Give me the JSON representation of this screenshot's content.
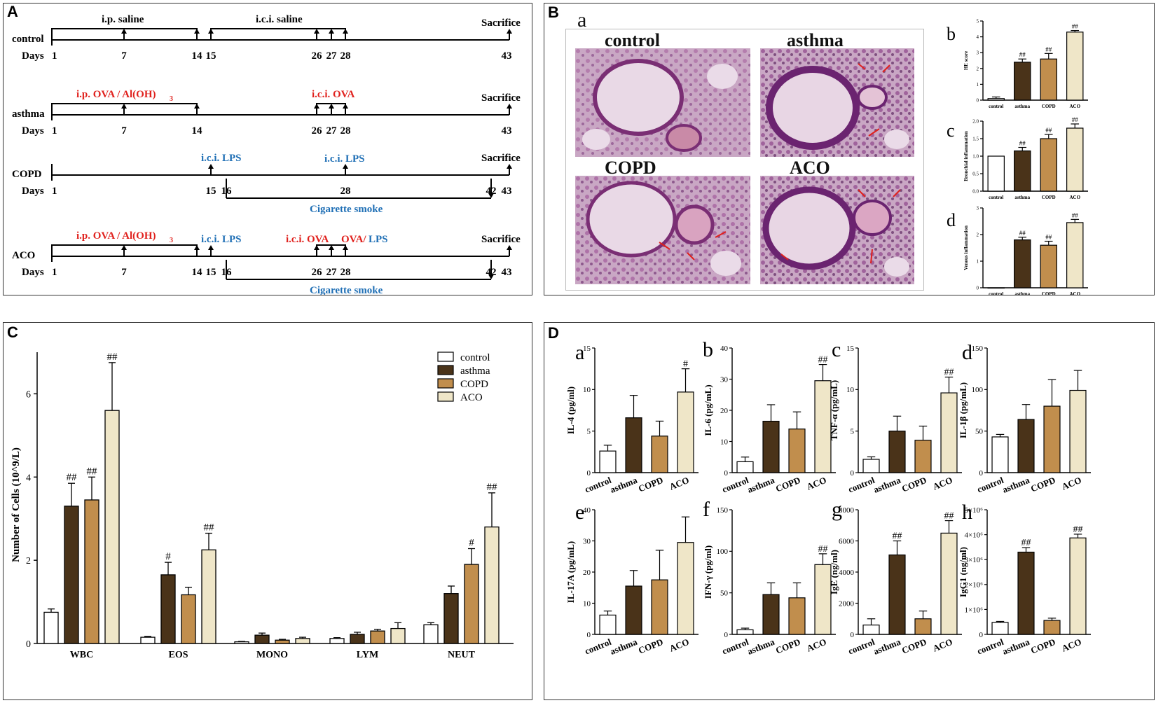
{
  "panels": {
    "A": "A",
    "B": "B",
    "C": "C",
    "D": "D"
  },
  "timeline": {
    "sacrifice": "Sacrifice",
    "days_label": "Days",
    "rows": [
      {
        "group": "control",
        "top": [
          {
            "text": "i.p.  saline",
            "color": "#000"
          },
          {
            "text": "i.c.i. saline",
            "color": "#000"
          }
        ],
        "days": [
          "1",
          "7",
          "14",
          "15",
          "26",
          "27",
          "28",
          "43"
        ]
      },
      {
        "group": "asthma",
        "top": [
          {
            "text": "i.p.  OVA / Al(OH)",
            "sub": "3",
            "color": "#e0211d"
          },
          {
            "text": "i.c.i. OVA",
            "color": "#e0211d"
          }
        ],
        "days": [
          "1",
          "7",
          "14",
          "26",
          "27",
          "28",
          "43"
        ]
      },
      {
        "group": "COPD",
        "top": [
          {
            "text": "i.c.i. LPS",
            "color": "#1f6fb5"
          },
          {
            "text": "i.c.i. LPS",
            "color": "#1f6fb5"
          }
        ],
        "days": [
          "1",
          "15",
          "16",
          "28",
          "42",
          "43"
        ],
        "smoke": "Cigarette smoke"
      },
      {
        "group": "ACO",
        "top": [
          {
            "text": "i.p.  OVA / Al(OH)",
            "sub": "3",
            "color": "#e0211d"
          },
          {
            "text": "i.c.i. LPS",
            "color": "#1f6fb5"
          },
          {
            "text": "i.c.i. OVA",
            "color": "#e0211d"
          },
          {
            "text": "OVA/",
            "color": "#e0211d"
          },
          {
            "text": "LPS",
            "color": "#1f6fb5"
          }
        ],
        "days": [
          "1",
          "7",
          "14",
          "15",
          "16",
          "26",
          "27",
          "28",
          "42",
          "43"
        ],
        "smoke": "Cigarette smoke"
      }
    ]
  },
  "histology": {
    "sublabel": "a",
    "titles": [
      "control",
      "asthma",
      "COPD",
      "ACO"
    ]
  },
  "colors": {
    "control": "#ffffff",
    "asthma": "#4a3319",
    "COPD": "#c18e4d",
    "ACO": "#efe6c8",
    "red": "#e0211d",
    "blue": "#1f6fb5"
  },
  "chart_data": [
    {
      "id": "B-b",
      "type": "bar",
      "sublabel": "b",
      "ylabel": "HE score",
      "categories": [
        "control",
        "asthma",
        "COPD",
        "ACO"
      ],
      "values": [
        0.1,
        2.4,
        2.6,
        4.3
      ],
      "errors": [
        0.1,
        0.2,
        0.35,
        0.1
      ],
      "marks": [
        "",
        "##",
        "##",
        "##"
      ],
      "ylim": [
        0,
        5
      ],
      "ticks": [
        "0",
        "1",
        "2",
        "3",
        "4",
        "5"
      ]
    },
    {
      "id": "B-c",
      "type": "bar",
      "sublabel": "c",
      "ylabel": "Bronchial inflammation",
      "categories": [
        "control",
        "asthma",
        "COPD",
        "ACO"
      ],
      "values": [
        1.0,
        1.15,
        1.5,
        1.8
      ],
      "errors": [
        0,
        0.1,
        0.12,
        0.12
      ],
      "marks": [
        "",
        "##",
        "##",
        "##"
      ],
      "ylim": [
        0,
        2.0
      ],
      "ticks": [
        "0.0",
        "0.5",
        "1.0",
        "1.5",
        "2.0"
      ]
    },
    {
      "id": "B-d",
      "type": "bar",
      "sublabel": "d",
      "ylabel": "Venous inflammation",
      "categories": [
        "control",
        "asthma",
        "COPD",
        "ACO"
      ],
      "values": [
        0,
        1.8,
        1.6,
        2.45
      ],
      "errors": [
        0,
        0.1,
        0.15,
        0.12
      ],
      "marks": [
        "",
        "##",
        "##",
        "##"
      ],
      "ylim": [
        0,
        3
      ],
      "ticks": [
        "0",
        "1",
        "2",
        "3"
      ]
    },
    {
      "id": "C",
      "type": "bar",
      "ylabel": "Number of Cells  (10^9/L)",
      "categories": [
        "WBC",
        "EOS",
        "MONO",
        "LYM",
        "NEUT"
      ],
      "series": [
        {
          "name": "control",
          "values": [
            0.75,
            0.15,
            0.04,
            0.12,
            0.45
          ],
          "errors": [
            0.08,
            0.02,
            0.01,
            0.02,
            0.05
          ]
        },
        {
          "name": "asthma",
          "values": [
            3.3,
            1.65,
            0.2,
            0.22,
            1.2
          ],
          "errors": [
            0.55,
            0.3,
            0.05,
            0.05,
            0.18
          ]
        },
        {
          "name": "COPD",
          "values": [
            3.45,
            1.17,
            0.08,
            0.3,
            1.9
          ],
          "errors": [
            0.55,
            0.18,
            0.02,
            0.04,
            0.38
          ]
        },
        {
          "name": "ACO",
          "values": [
            5.6,
            2.25,
            0.12,
            0.36,
            2.8
          ],
          "errors": [
            1.15,
            0.4,
            0.03,
            0.14,
            0.82
          ]
        }
      ],
      "marks": [
        [
          "",
          "##",
          "##",
          "##"
        ],
        [
          "",
          "#",
          "",
          "##"
        ],
        [
          "",
          "",
          "",
          ""
        ],
        [
          "",
          "",
          "",
          ""
        ],
        [
          "",
          "",
          "#",
          "##"
        ]
      ],
      "ylim": [
        0,
        7
      ],
      "ticks": [
        "0",
        "2",
        "4",
        "6"
      ],
      "legend": "top-right"
    },
    {
      "id": "D-a",
      "type": "bar",
      "sublabel": "a",
      "ylabel": "IL-4 (pg/ml)",
      "categories": [
        "control",
        "asthma",
        "COPD",
        "ACO"
      ],
      "values": [
        2.6,
        6.6,
        4.4,
        9.7
      ],
      "errors": [
        0.7,
        2.7,
        1.8,
        2.8
      ],
      "marks": [
        "",
        "",
        "",
        "#"
      ],
      "ylim": [
        0,
        15
      ],
      "ticks": [
        "0",
        "5",
        "10",
        "15"
      ]
    },
    {
      "id": "D-b",
      "type": "bar",
      "sublabel": "b",
      "ylabel": "IL-6 (pg/mL)",
      "categories": [
        "control",
        "asthma",
        "COPD",
        "ACO"
      ],
      "values": [
        3.5,
        16.5,
        14,
        29.5
      ],
      "errors": [
        1.5,
        5.3,
        5.5,
        5.2
      ],
      "marks": [
        "",
        "",
        "",
        "##"
      ],
      "ylim": [
        0,
        40
      ],
      "ticks": [
        "0",
        "10",
        "20",
        "30",
        "40"
      ]
    },
    {
      "id": "D-c",
      "type": "bar",
      "sublabel": "c",
      "ylabel": "TNF-α  (pg/mL)",
      "categories": [
        "control",
        "asthma",
        "COPD",
        "ACO"
      ],
      "values": [
        1.6,
        5.0,
        3.9,
        9.6
      ],
      "errors": [
        0.3,
        1.8,
        1.7,
        1.9
      ],
      "marks": [
        "",
        "",
        "",
        "##"
      ],
      "ylim": [
        0,
        15
      ],
      "ticks": [
        "0",
        "5",
        "10",
        "15"
      ]
    },
    {
      "id": "D-d",
      "type": "bar",
      "sublabel": "d",
      "ylabel": "IL-1β  (pg/mL)",
      "categories": [
        "control",
        "asthma",
        "COPD",
        "ACO"
      ],
      "values": [
        43,
        64,
        80,
        99
      ],
      "errors": [
        3,
        18,
        32,
        24
      ],
      "marks": [
        "",
        "",
        "",
        ""
      ],
      "ylim": [
        0,
        150
      ],
      "ticks": [
        "0",
        "50",
        "100",
        "150"
      ]
    },
    {
      "id": "D-e",
      "type": "bar",
      "sublabel": "e",
      "ylabel": "IL-17A  (pg/mL)",
      "categories": [
        "control",
        "asthma",
        "COPD",
        "ACO"
      ],
      "values": [
        6.2,
        15.5,
        17.5,
        29.5
      ],
      "errors": [
        1.3,
        5,
        9.5,
        8.2
      ],
      "marks": [
        "",
        "",
        "",
        ""
      ],
      "ylim": [
        0,
        40
      ],
      "ticks": [
        "0",
        "10",
        "20",
        "30",
        "40"
      ]
    },
    {
      "id": "D-f",
      "type": "bar",
      "sublabel": "f",
      "ylabel": "IFN-γ (pg/ml)",
      "categories": [
        "control",
        "asthma",
        "COPD",
        "ACO"
      ],
      "values": [
        5.5,
        48,
        44,
        84
      ],
      "errors": [
        2,
        14,
        18,
        13
      ],
      "marks": [
        "",
        "",
        "",
        "##"
      ],
      "ylim": [
        0,
        150
      ],
      "ticks": [
        "0",
        "50",
        "100",
        "150"
      ]
    },
    {
      "id": "D-g",
      "type": "bar",
      "sublabel": "g",
      "ylabel": "IgE (ng/ml)",
      "categories": [
        "control",
        "asthma",
        "COPD",
        "ACO"
      ],
      "values": [
        600,
        5100,
        1000,
        6500
      ],
      "errors": [
        400,
        900,
        500,
        800
      ],
      "marks": [
        "",
        "##",
        "",
        "##"
      ],
      "ylim": [
        0,
        8000
      ],
      "ticks": [
        "0",
        "2000",
        "4000",
        "6000",
        "8000"
      ]
    },
    {
      "id": "D-h",
      "type": "bar",
      "sublabel": "h",
      "ylabel": "IgG1 (ng/ml)",
      "categories": [
        "control",
        "asthma",
        "COPD",
        "ACO"
      ],
      "values": [
        480000,
        3300000,
        560000,
        3870000
      ],
      "errors": [
        40000,
        180000,
        90000,
        150000
      ],
      "marks": [
        "",
        "##",
        "",
        "##"
      ],
      "ylim": [
        0,
        5000000
      ],
      "ticks": [
        "0",
        "1×10⁶",
        "2×10⁶",
        "3×10⁶",
        "4×10⁶",
        "5×10⁶"
      ]
    }
  ]
}
